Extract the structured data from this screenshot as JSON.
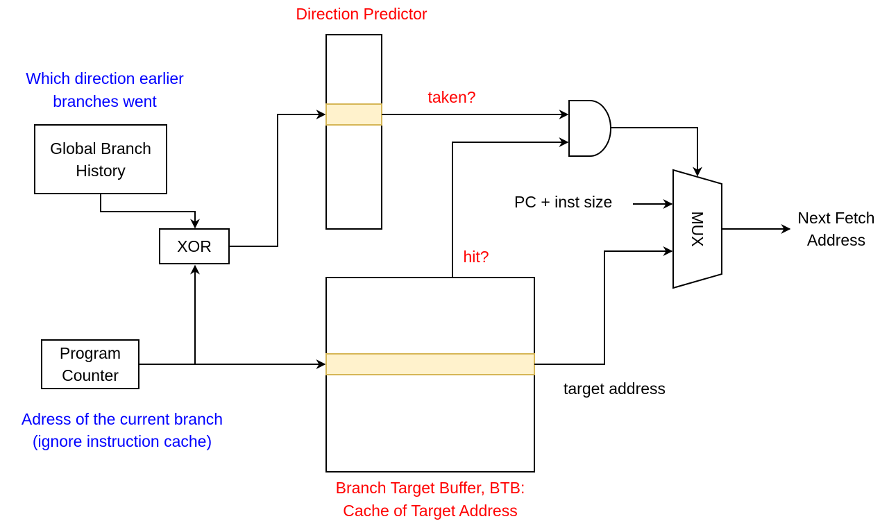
{
  "annotations": {
    "direction_predictor": "Direction Predictor",
    "earlier_branches_line1": "Which direction earlier",
    "earlier_branches_line2": "branches went",
    "current_branch_line1": "Adress of the current branch",
    "current_branch_line2": "(ignore instruction cache)",
    "btb_line1": "Branch Target Buffer, BTB:",
    "btb_line2": "Cache of Target Address"
  },
  "blocks": {
    "global_history_line1": "Global Branch",
    "global_history_line2": "History",
    "xor": "XOR",
    "program_counter_line1": "Program",
    "program_counter_line2": "Counter",
    "mux": "MUX"
  },
  "signals": {
    "taken": "taken?",
    "hit": "hit?",
    "pc_plus_size": "PC + inst size",
    "target_address": "target address",
    "next_fetch_line1": "Next Fetch",
    "next_fetch_line2": "Address"
  },
  "colors": {
    "annotation_red": "#ff0000",
    "annotation_blue": "#0000ff",
    "table_row_fill": "#fff2cc",
    "table_row_stroke": "#d6b656"
  }
}
